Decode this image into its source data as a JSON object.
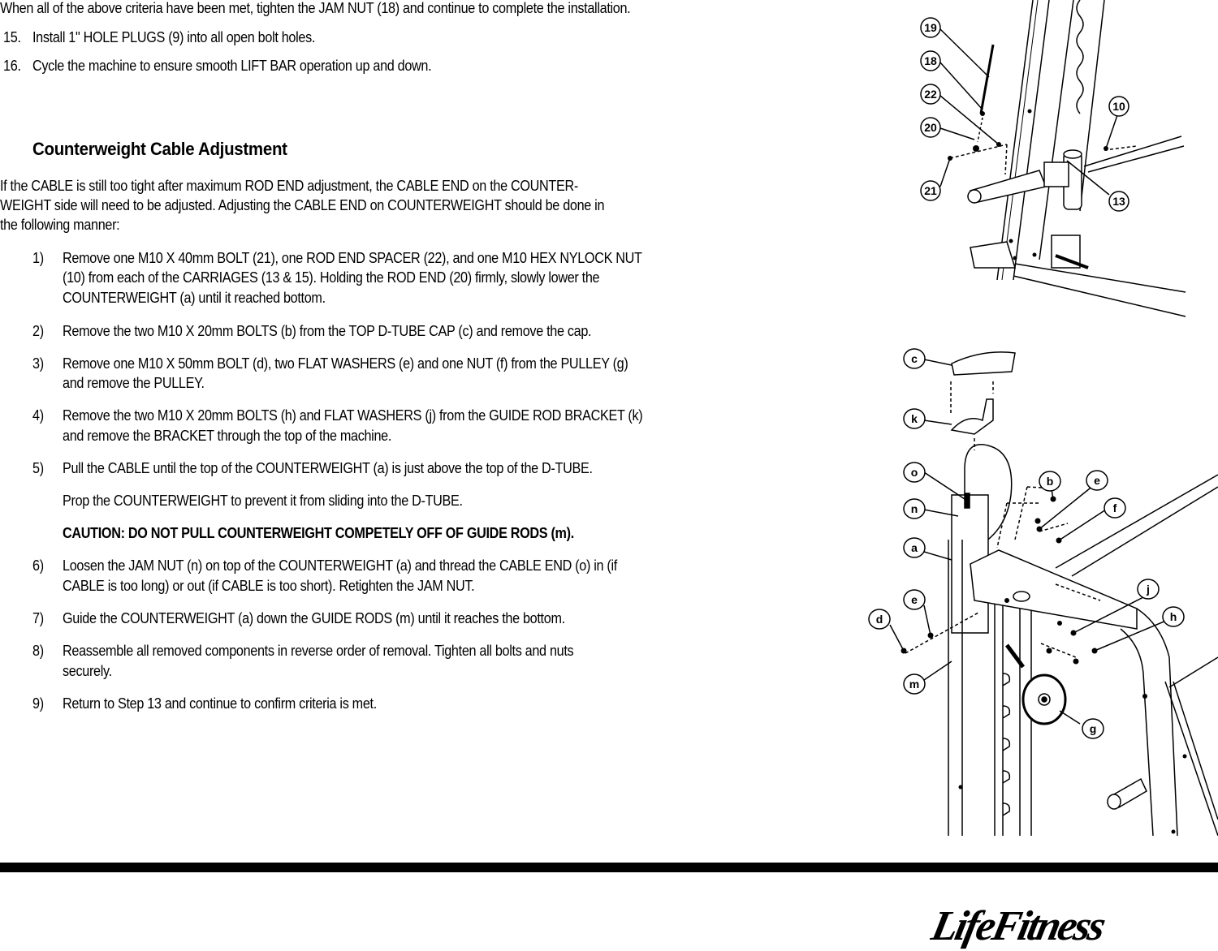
{
  "intro": {
    "line": "When all of the above criteria have been met, tighten the JAM NUT (18) and continue to complete the installation.",
    "steps": [
      {
        "num": "15.",
        "text": "Install 1\" HOLE PLUGS (9) into all open bolt holes."
      },
      {
        "num": "16.",
        "text": "Cycle the machine to ensure smooth LIFT BAR operation up and down."
      }
    ]
  },
  "section": {
    "title": "Counterweight Cable Adjustment",
    "intro_lines": [
      "If the CABLE is still too tight after maximum ROD END adjustment, the CABLE END on the COUNTER-",
      "WEIGHT side will need to be adjusted. Adjusting the CABLE END on COUNTERWEIGHT should be done in",
      "the following manner:"
    ],
    "steps": [
      {
        "num": "1)",
        "lines": [
          "Remove one M10 X 40mm BOLT (21), one ROD END SPACER (22), and one M10 HEX NYLOCK NUT",
          "(10) from each of the CARRIAGES (13 & 15). Holding the ROD END (20) firmly, slowly lower the",
          "COUNTERWEIGHT (a) until it reached bottom."
        ]
      },
      {
        "num": "2)",
        "lines": [
          "Remove the two M10 X 20mm BOLTS (b) from the TOP D-TUBE CAP (c) and remove the cap."
        ]
      },
      {
        "num": "3)",
        "lines": [
          "Remove one M10 X 50mm BOLT (d), two FLAT WASHERS (e) and one NUT (f) from the PULLEY (g)",
          "and remove the PULLEY."
        ]
      },
      {
        "num": "4)",
        "lines": [
          "Remove the two M10 X 20mm BOLTS (h) and FLAT WASHERS (j) from the GUIDE ROD BRACKET (k)",
          "and remove the BRACKET through the top of the machine."
        ]
      },
      {
        "num": "5)",
        "lines": [
          "Pull the CABLE until the top of the COUNTERWEIGHT (a) is just above the top of the D-TUBE."
        ]
      },
      {
        "num": "",
        "lines": [
          "Prop the COUNTERWEIGHT to prevent it from sliding into the D-TUBE."
        ]
      },
      {
        "num": "",
        "lines": [
          "CAUTION: DO NOT PULL COUNTERWEIGHT COMPETELY OFF OF GUIDE RODS (m)."
        ],
        "bold": true
      },
      {
        "num": "6)",
        "lines": [
          "Loosen the JAM NUT (n) on top of the COUNTERWEIGHT (a) and thread the CABLE END (o) in (if",
          "CABLE is too long) or out (if CABLE is too short).  Retighten the JAM NUT."
        ]
      },
      {
        "num": "7)",
        "lines": [
          "Guide the COUNTERWEIGHT (a) down the GUIDE RODS (m) until it reaches the bottom."
        ]
      },
      {
        "num": "8)",
        "lines": [
          "Reassemble all removed components in reverse order of removal. Tighten all bolts and nuts",
          "securely."
        ]
      },
      {
        "num": "9)",
        "lines": [
          "Return to Step 13 and continue to confirm criteria is met."
        ]
      }
    ]
  },
  "figure_top": {
    "callouts": [
      "19",
      "18",
      "22",
      "20",
      "21",
      "10",
      "13"
    ]
  },
  "figure_bottom": {
    "callouts": [
      "c",
      "k",
      "o",
      "n",
      "a",
      "e",
      "d",
      "m",
      "b",
      "e",
      "f",
      "j",
      "h",
      "g"
    ]
  },
  "footer": {
    "logo": "LifeFitness"
  }
}
